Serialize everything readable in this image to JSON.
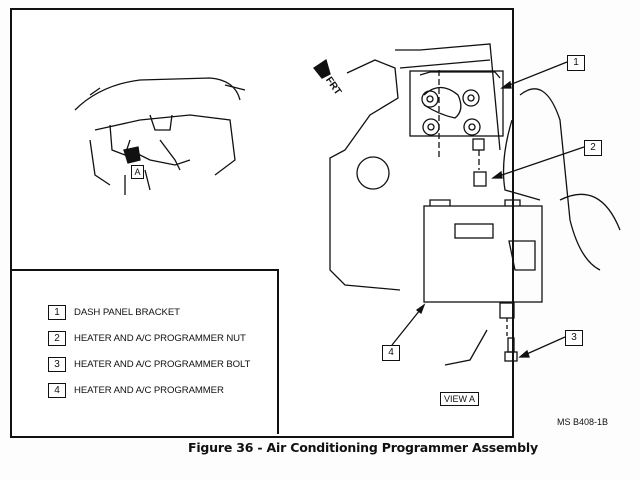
{
  "figure": {
    "caption": "Figure 36 - Air Conditioning Programmer Assembly",
    "reference_code": "MS B408-1B",
    "view_label": "VIEW A",
    "detail_marker": "A",
    "direction_label": "FRT"
  },
  "legend": {
    "items": [
      {
        "number": "1",
        "label": "DASH PANEL BRACKET"
      },
      {
        "number": "2",
        "label": "HEATER AND A/C PROGRAMMER NUT"
      },
      {
        "number": "3",
        "label": "HEATER AND A/C PROGRAMMER BOLT"
      },
      {
        "number": "4",
        "label": "HEATER AND A/C PROGRAMMER"
      }
    ]
  },
  "callouts": [
    "1",
    "2",
    "3",
    "4"
  ],
  "colors": {
    "ink": "#111111",
    "paper": "#ffffff"
  }
}
